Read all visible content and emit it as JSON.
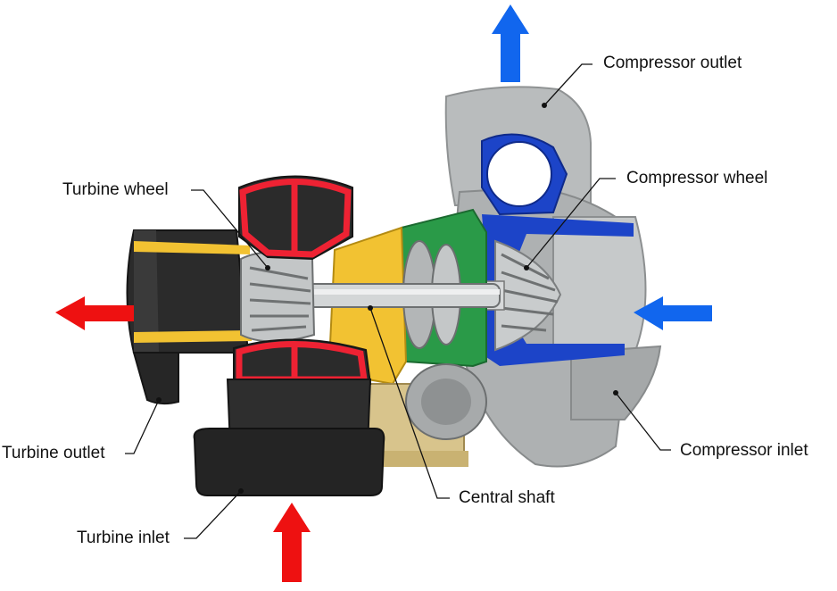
{
  "labels": {
    "compressor_outlet": "Compressor outlet",
    "compressor_wheel": "Compressor wheel",
    "turbine_wheel": "Turbine wheel",
    "turbine_outlet": "Turbine outlet",
    "compressor_inlet": "Compressor inlet",
    "central_shaft": "Central shaft",
    "turbine_inlet": "Turbine inlet"
  },
  "colors": {
    "hot_flow_arrow": "#ee1111",
    "cold_flow_arrow": "#1166ee",
    "turbine_section": "#ee2233",
    "compressor_section": "#1c44c8",
    "bearing_housing": "#f2c232",
    "backplate": "#2a9a48",
    "cast_iron": "#2b2b2b",
    "aluminium": "#b5b8b9"
  },
  "icons": [
    "arrow-up-icon",
    "arrow-left-icon",
    "arrow-right-icon"
  ]
}
